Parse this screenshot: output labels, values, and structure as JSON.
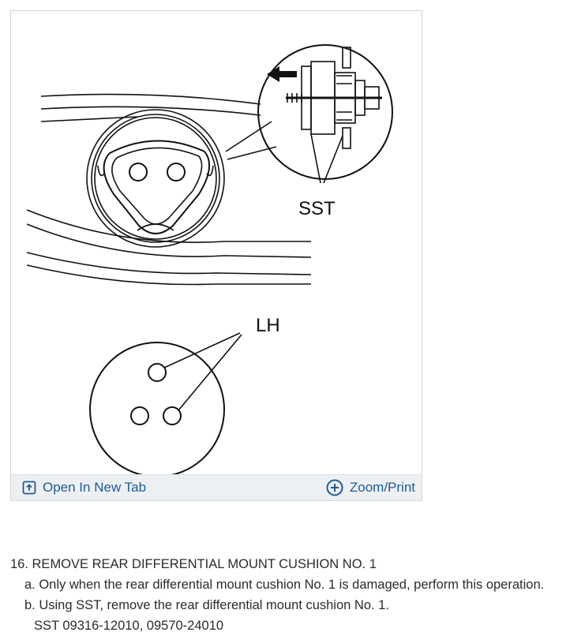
{
  "figure": {
    "labels": {
      "sst": "SST",
      "lh": "LH"
    },
    "toolbar": {
      "open_label": "Open In New Tab",
      "zoom_label": "Zoom/Print"
    }
  },
  "procedure": {
    "step_title": "16. REMOVE REAR DIFFERENTIAL MOUNT CUSHION NO. 1",
    "step_a": "a. Only when the rear differential mount cushion No. 1 is damaged, perform this operation.",
    "step_b": "b. Using SST, remove the rear differential mount cushion No. 1.",
    "sst_line": "SST 09316-12010, 09570-24010"
  },
  "colors": {
    "link": "#1f5a96",
    "toolbar_bg": "#edf0f3"
  },
  "icons": {
    "open": "open-in-new-tab-icon",
    "zoom": "zoom-plus-icon"
  }
}
